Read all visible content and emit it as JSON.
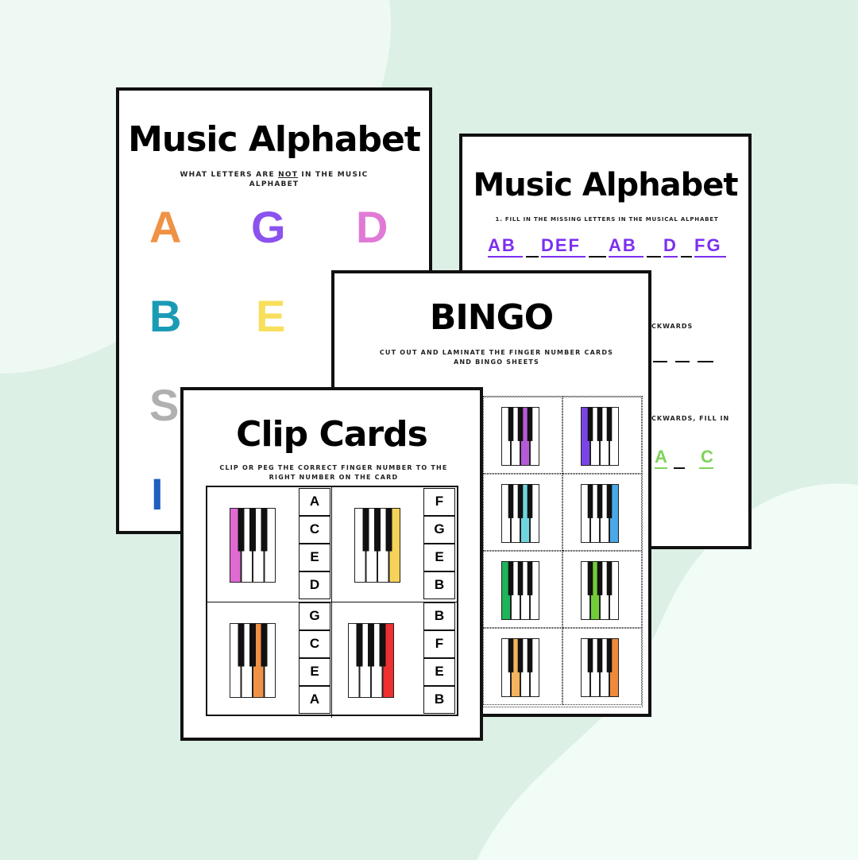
{
  "colors": {
    "background": "#dcf0e6",
    "background_blob": "#f1fcf6",
    "sheet_border": "#111111",
    "purple_text": "#7b2ff0",
    "green_text": "#7ed35a"
  },
  "sheet1": {
    "title": "Music Alphabet",
    "instruction": "WHAT LETTERS ARE ",
    "instruction_underlined": "NOT",
    "instruction_end": " IN THE MUSIC ALPHABET",
    "letters": [
      {
        "char": "A",
        "color": "#ef9245"
      },
      {
        "char": "G",
        "color": "#8b52ee"
      },
      {
        "char": "D",
        "color": "#e07ad6"
      },
      {
        "char": "B",
        "color": "#1a9bb5"
      },
      {
        "char": "E",
        "color": "#f7df5b"
      },
      {
        "char": "S",
        "color": "#b0b0b0"
      },
      {
        "char": "I",
        "color": "#1f5fbf"
      }
    ]
  },
  "sheet2": {
    "title": "Music Alphabet",
    "instruction": "1.  FILL IN THE MISSING LETTERS IN THE MUSICAL ALPHABET",
    "sequence": [
      "AB",
      "DEF",
      "AB",
      "D",
      "FG"
    ],
    "fragment1": "CKWARDS",
    "fragment2": "CKWARDS, FILL IN",
    "green_letters": [
      "A",
      "C"
    ]
  },
  "sheet3": {
    "title": "BINGO",
    "instruction": "CUT OUT AND LAMINATE THE FINGER NUMBER CARDS AND BINGO SHEETS",
    "cards": [
      {
        "highlight": "#b55ad6",
        "key_index": 2
      },
      {
        "highlight": "#7a45e6",
        "key_index": 0
      },
      {
        "highlight": "#6fd6e0",
        "key_index": 2
      },
      {
        "highlight": "#4aa8e8",
        "key_index": 3
      },
      {
        "highlight": "#1fb35a",
        "key_index": 0
      },
      {
        "highlight": "#72cc3a",
        "key_index": 1
      },
      {
        "highlight": "#f4b35c",
        "key_index": 1
      },
      {
        "highlight": "#ef8a3c",
        "key_index": 3
      }
    ]
  },
  "sheet4": {
    "title": "Clip Cards",
    "instruction": "CLIP OR PEG THE CORRECT FINGER NUMBER TO THE RIGHT NUMBER ON THE CARD",
    "cards": [
      {
        "highlight": "#e06ad2",
        "key_index": 0,
        "letters": [
          "A",
          "C",
          "E",
          "D"
        ]
      },
      {
        "highlight": "#f5d35a",
        "key_index": 3,
        "letters": [
          "F",
          "G",
          "E",
          "B"
        ]
      },
      {
        "highlight": "#ef9245",
        "key_index": 2,
        "letters": [
          "G",
          "C",
          "E",
          "A"
        ]
      },
      {
        "highlight": "#ee3030",
        "key_index": 3,
        "letters": [
          "B",
          "F",
          "E",
          "B"
        ]
      }
    ]
  }
}
